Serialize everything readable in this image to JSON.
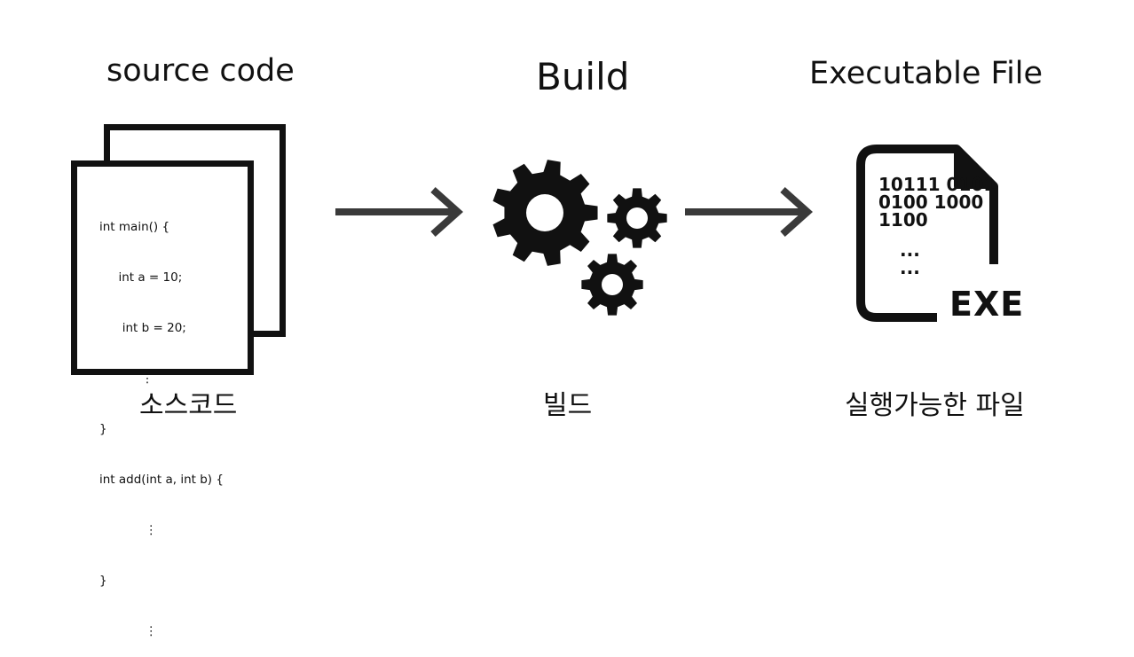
{
  "source": {
    "title": "source code",
    "caption": "소스코드",
    "code_lines": [
      "int main() {",
      "     int a = 10;",
      "      int b = 20;",
      "           ⋮",
      "}",
      "int add(int a, int b) {",
      "            ⋮",
      "}",
      "            ⋮"
    ]
  },
  "build": {
    "title": "Build",
    "caption": "빌드",
    "icon": "gears-icon"
  },
  "executable": {
    "title": "Executable File",
    "caption": "실행가능한 파일",
    "binary_lines": [
      "10111 0101",
      "0100 1000",
      "1100"
    ],
    "dots": [
      "...",
      "..."
    ],
    "badge": "EXE",
    "icon": "exe-file-icon"
  },
  "arrows": [
    "right-arrow-icon",
    "right-arrow-icon"
  ]
}
